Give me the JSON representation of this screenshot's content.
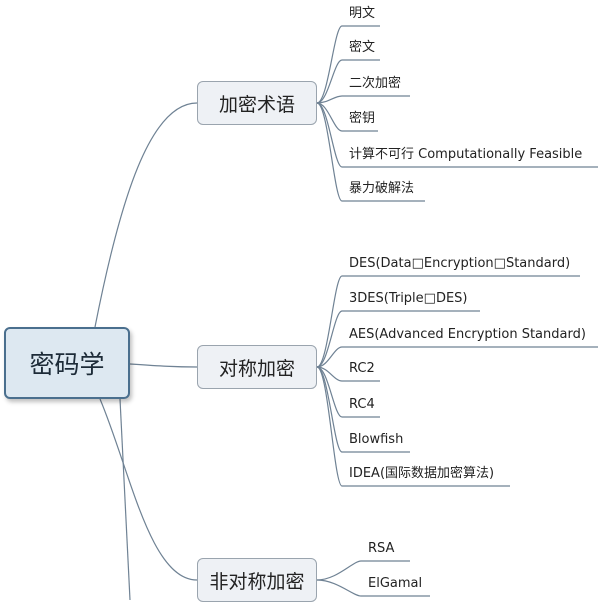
{
  "root": {
    "label": "密码学"
  },
  "branches": [
    {
      "label": "加密术语",
      "leaves": [
        "明文",
        "密文",
        "二次加密",
        "密钥",
        "计算不可行 Computationally Feasible",
        "暴力破解法"
      ]
    },
    {
      "label": "对称加密",
      "leaves": [
        "DES(Data□Encryption□Standard)",
        "3DES(Triple□DES)",
        "AES(Advanced Encryption Standard)",
        "RC2",
        "RC4",
        "Blowfish",
        "IDEA(国际数据加密算法)"
      ]
    },
    {
      "label": "非对称加密",
      "leaves": [
        "RSA",
        "ElGamal"
      ]
    }
  ],
  "colors": {
    "connector": "#6f8294",
    "root_border": "#4a6f8e"
  }
}
